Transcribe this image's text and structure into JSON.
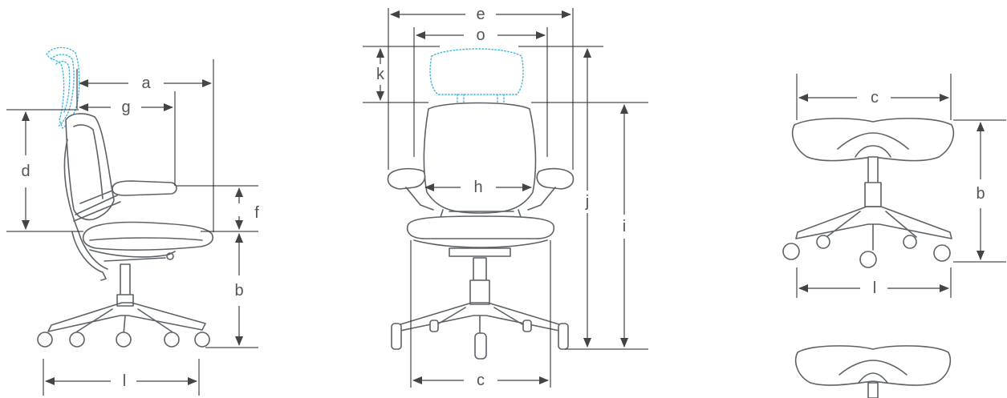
{
  "colors": {
    "outline": "#5d6268",
    "headrest_dotted": "#43b6d6",
    "dimension_line": "#444444",
    "label_text": "#555555"
  },
  "side_view": {
    "labels": {
      "a": "a",
      "g": "g",
      "d": "d",
      "f": "f",
      "b": "b",
      "l": "l"
    }
  },
  "front_view": {
    "labels": {
      "e": "e",
      "o": "o",
      "k": "k",
      "h": "h",
      "j": "j",
      "i": "i",
      "c": "c"
    }
  },
  "saddle_view": {
    "labels": {
      "c": "c",
      "b": "b",
      "l": "l"
    }
  }
}
